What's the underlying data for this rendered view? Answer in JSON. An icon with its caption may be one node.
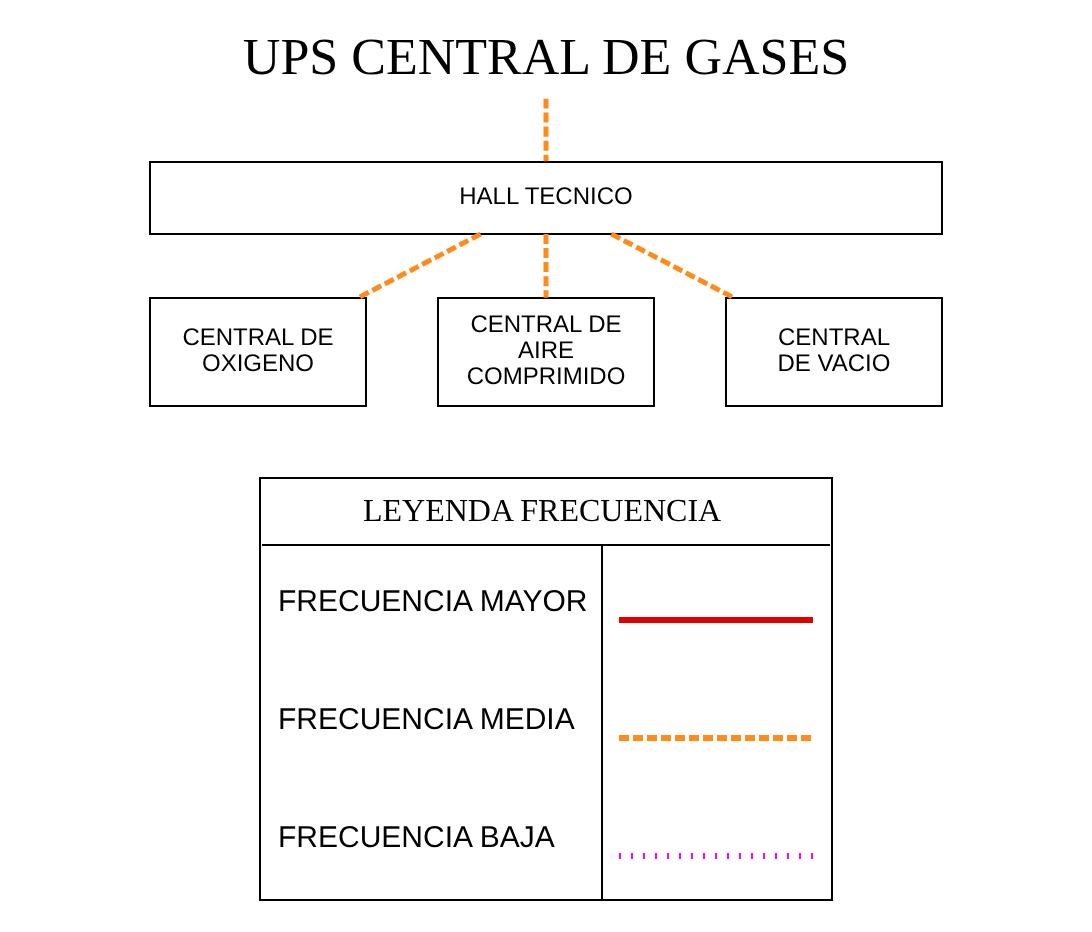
{
  "diagram": {
    "nodes": [
      {
        "text": [
          "UPS CENTRAL DE GASES"
        ]
      },
      {
        "text": [
          "HALL TECNICO"
        ]
      },
      {
        "text": [
          "CENTRAL DE OXIGENO"
        ]
      },
      {
        "text": [
          "CENTRAL DE AIRE COMPRIMIDO"
        ]
      },
      {
        "text": [
          "CENTRAL DE VACIO"
        ]
      }
    ],
    "edges": [
      {
        "from": 0,
        "to": 1,
        "arrow": "none",
        "style": "dashed"
      },
      {
        "from": 1,
        "to": 2,
        "arrow": "none",
        "style": "dashed"
      },
      {
        "from": 1,
        "to": 3,
        "arrow": "none",
        "style": "dashed"
      },
      {
        "from": 1,
        "to": 4,
        "arrow": "none",
        "style": "dashed"
      }
    ],
    "labels": [
      "LEYENDA FRECUENCIA"
    ],
    "legend": [
      {
        "text": "FRECUENCIA MAYOR"
      },
      {
        "text": "FRECUENCIA MEDIA"
      },
      {
        "text": "FRECUENCIA BAJA"
      }
    ]
  }
}
